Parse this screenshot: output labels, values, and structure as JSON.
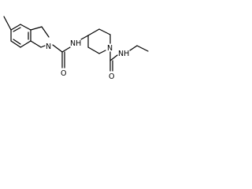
{
  "structure": {
    "atoms": [
      {
        "symbol": "N",
        "id": "n-indoline"
      },
      {
        "symbol": "O",
        "id": "o-left-carbonyl"
      },
      {
        "symbol": "NH",
        "id": "nh-amide-left"
      },
      {
        "symbol": "N",
        "id": "n-piperidine"
      },
      {
        "symbol": "O",
        "id": "o-right-carbonyl"
      },
      {
        "symbol": "NH",
        "id": "nh-amide-right"
      }
    ]
  },
  "colors": {
    "bond": "#000000",
    "label": "#000000",
    "background": "#ffffff"
  }
}
